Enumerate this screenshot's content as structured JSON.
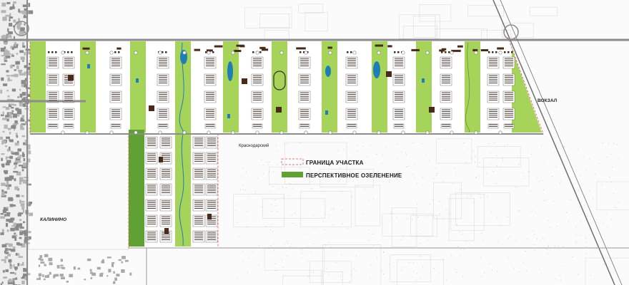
{
  "legend": {
    "boundary_label": "ГРАНИЦА УЧАСТКА",
    "greening_label": "ПЕРСПЕКТИВНОЕ ОЗЕЛЕНЕНИЕ"
  },
  "places": {
    "station": "ВОКЗАЛ",
    "village": "Краснодарский",
    "town": "КАЛИНИНО"
  },
  "colors": {
    "light_green": "#a6d35a",
    "dark_green": "#5fa133",
    "road": "#8c8c8c",
    "boundary": "#d9534f",
    "building": "#4a2a1a",
    "water": "#1f7fb5"
  }
}
